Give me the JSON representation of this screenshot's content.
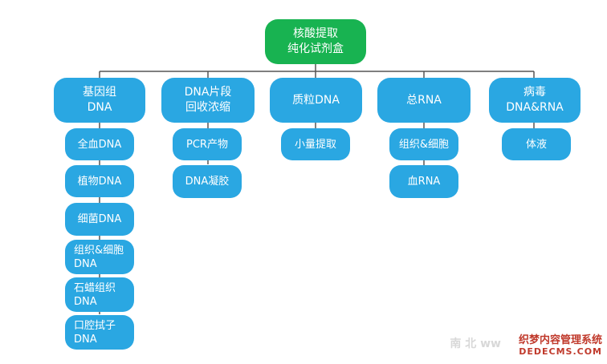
{
  "root": {
    "label": "核酸提取\n纯化试剂盒",
    "color": "#18b351"
  },
  "categories": [
    {
      "label": "基因组\nDNA",
      "items": [
        "全血DNA",
        "植物DNA",
        "细菌DNA",
        "组织&细胞\nDNA",
        "石蜡组织\nDNA",
        "口腔拭子\nDNA"
      ]
    },
    {
      "label": "DNA片段\n回收浓缩",
      "items": [
        "PCR产物",
        "DNA凝胶"
      ]
    },
    {
      "label": "质粒DNA",
      "items": [
        "小量提取"
      ]
    },
    {
      "label": "总RNA",
      "items": [
        "组织&细胞",
        "血RNA"
      ]
    },
    {
      "label": "病毒\nDNA&RNA",
      "items": [
        "体液"
      ]
    }
  ],
  "node_color": "#2aa7e2",
  "line_color": "#555555",
  "watermark": {
    "faint": "南 北 ww",
    "main": "织梦内容管理系统",
    "sub": "DEDECMS.COM"
  }
}
